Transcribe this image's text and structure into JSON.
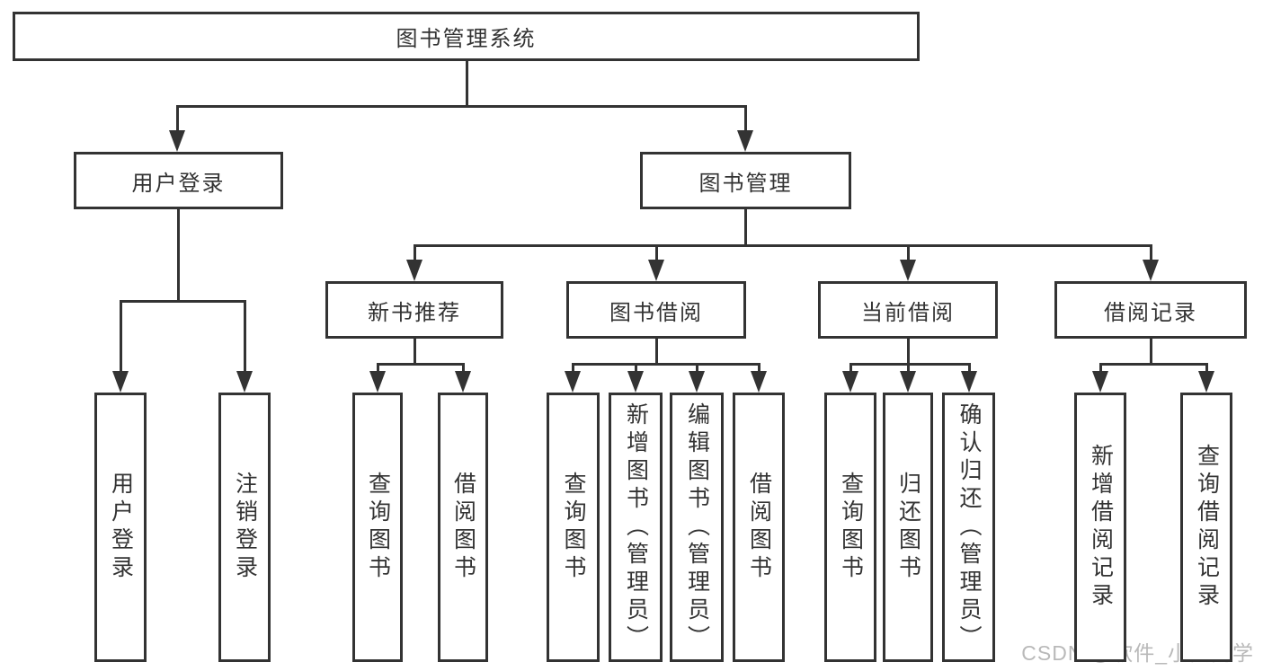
{
  "diagram": {
    "tree": {
      "id": "system",
      "label": "图书管理系统",
      "children": [
        {
          "id": "user-login",
          "label": "用户登录",
          "children": [
            {
              "id": "login",
              "label": "用户登录"
            },
            {
              "id": "logout",
              "label": "注销登录"
            }
          ]
        },
        {
          "id": "book-management",
          "label": "图书管理",
          "children": [
            {
              "id": "new-book-recommend",
              "label": "新书推荐",
              "children": [
                {
                  "id": "query-books-1",
                  "label": "查询图书"
                },
                {
                  "id": "borrow-books-1",
                  "label": "借阅图书"
                }
              ]
            },
            {
              "id": "book-borrowing",
              "label": "图书借阅",
              "children": [
                {
                  "id": "query-books-2",
                  "label": "查询图书"
                },
                {
                  "id": "add-book-admin",
                  "label": "新增图书（管理员）"
                },
                {
                  "id": "edit-book-admin",
                  "label": "编辑图书（管理员）"
                },
                {
                  "id": "borrow-books-2",
                  "label": "借阅图书"
                }
              ]
            },
            {
              "id": "current-borrowing",
              "label": "当前借阅",
              "children": [
                {
                  "id": "query-books-3",
                  "label": "查询图书"
                },
                {
                  "id": "return-books",
                  "label": "归还图书"
                },
                {
                  "id": "confirm-return-admin",
                  "label": "确认归还（管理员）"
                }
              ]
            },
            {
              "id": "borrow-records",
              "label": "借阅记录",
              "children": [
                {
                  "id": "add-borrow-record",
                  "label": "新增借阅记录"
                },
                {
                  "id": "query-borrow-record",
                  "label": "查询借阅记录"
                }
              ]
            }
          ]
        }
      ]
    }
  },
  "watermark": "CSDN @软件_小贺同学",
  "colors": {
    "line": "#333333",
    "text": "#333333",
    "box_fill": "#ffffff",
    "watermark": "#b9b9b9",
    "background": "#ffffff"
  }
}
